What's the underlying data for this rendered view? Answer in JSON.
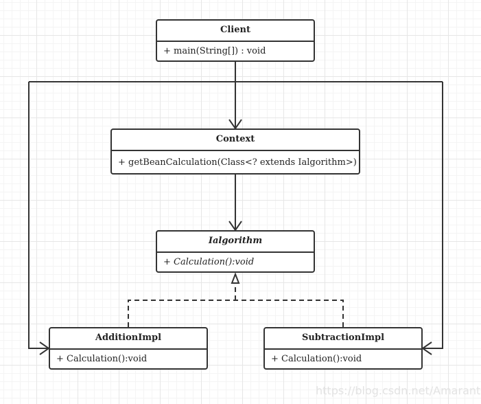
{
  "classes": {
    "client": {
      "name": "Client",
      "method": "+ main(String[]) : void"
    },
    "context": {
      "name": "Context",
      "method": "+ getBeanCalculation(Class<? extends Ialgorithm>) :void"
    },
    "ialgorithm": {
      "name": "Ialgorithm",
      "method_prefix": "+ ",
      "method": "Calculation():void",
      "abstract": true
    },
    "addition": {
      "name": "AdditionImpl",
      "method": "+ Calculation():void"
    },
    "subtraction": {
      "name": "SubtractionImpl",
      "method": "+ Calculation():void"
    }
  },
  "relations": [
    {
      "from": "Client",
      "to": "Context",
      "type": "dependency"
    },
    {
      "from": "Context",
      "to": "Ialgorithm",
      "type": "dependency"
    },
    {
      "from": "AdditionImpl",
      "to": "Ialgorithm",
      "type": "realization"
    },
    {
      "from": "SubtractionImpl",
      "to": "Ialgorithm",
      "type": "realization"
    },
    {
      "from": "Client",
      "to": "AdditionImpl",
      "type": "dependency"
    },
    {
      "from": "Client",
      "to": "SubtractionImpl",
      "type": "dependency"
    }
  ],
  "watermark": "https://blog.csdn.net/Amaranth__"
}
